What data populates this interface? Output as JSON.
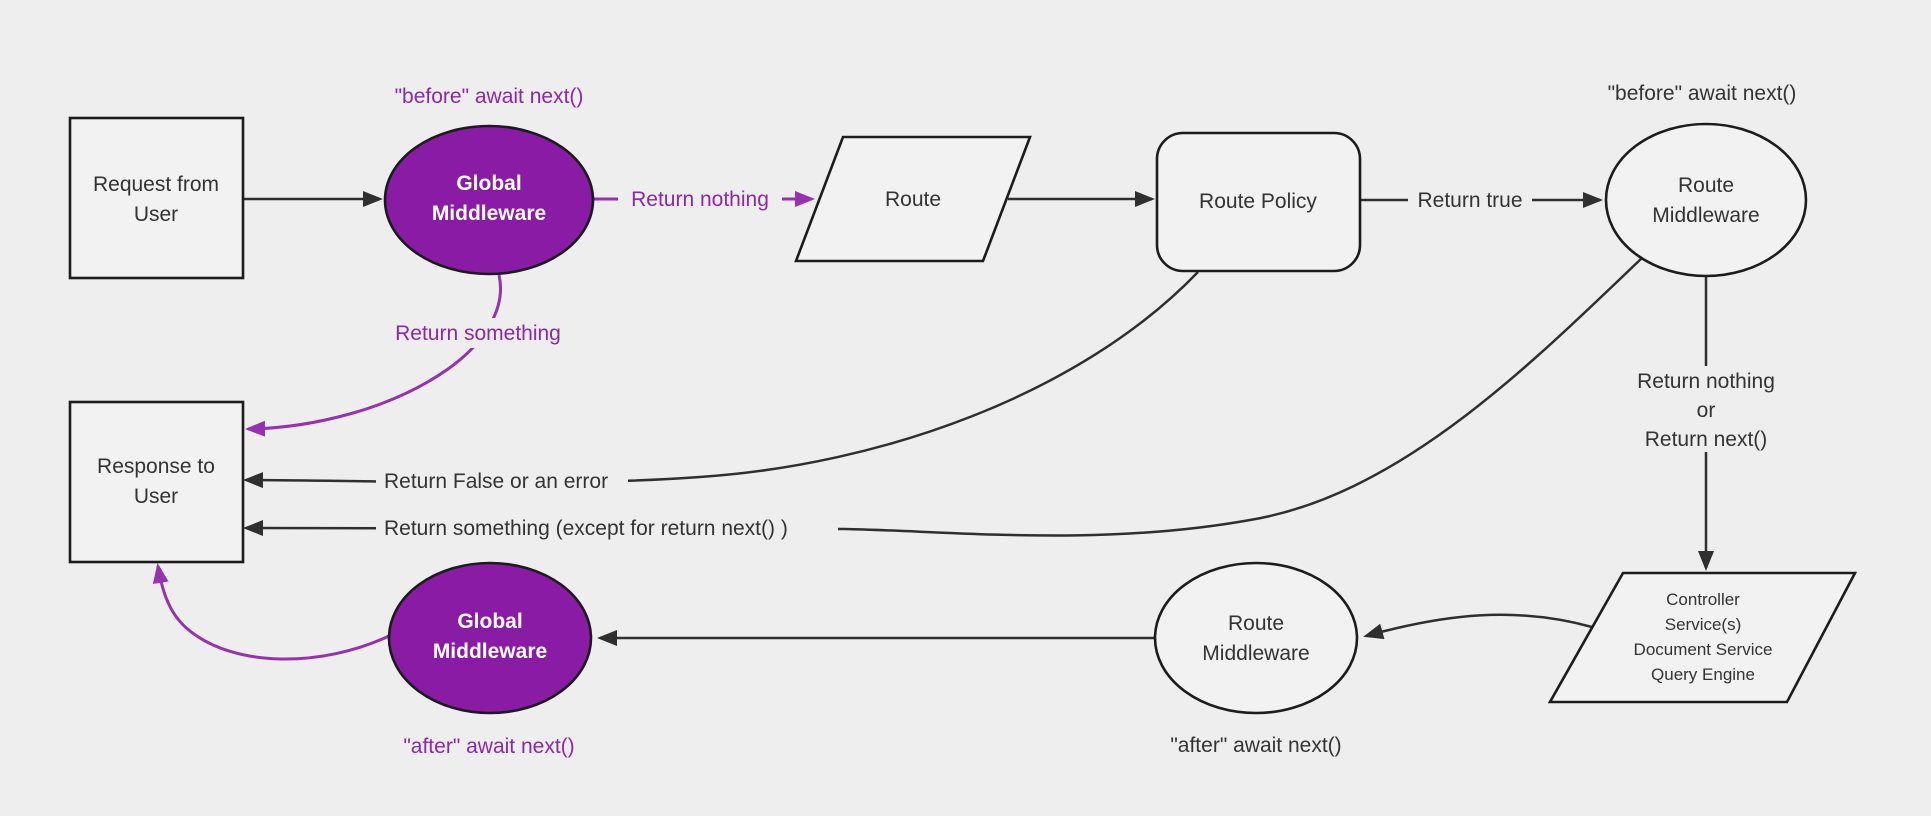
{
  "colors": {
    "background": "#eeeeee",
    "node_fill": "#f2f2f2",
    "node_stroke": "#1c1c1c",
    "edge_dark": "#2f2f2f",
    "purple_fill": "#8a1ba5",
    "purple_edge": "#9632b0",
    "purple_text": "#8d28a9",
    "text_dark": "#333333",
    "node_text_light": "#ffffff"
  },
  "nodes": {
    "request": {
      "line1": "Request from",
      "line2": "User"
    },
    "global_middleware_top": {
      "line1": "Global",
      "line2": "Middleware"
    },
    "route": {
      "label": "Route"
    },
    "route_policy": {
      "label": "Route Policy"
    },
    "route_middleware_top": {
      "line1": "Route",
      "line2": "Middleware"
    },
    "controller": {
      "line1": "Controller",
      "line2": "Service(s)",
      "line3": "Document Service",
      "line4": "Query Engine"
    },
    "route_middleware_bottom": {
      "line1": "Route",
      "line2": "Middleware"
    },
    "global_middleware_bottom": {
      "line1": "Global",
      "line2": "Middleware"
    },
    "response": {
      "line1": "Response to",
      "line2": "User"
    }
  },
  "edge_labels": {
    "before_await_left": "\"before\" await next()",
    "before_await_right": "\"before\" await next()",
    "after_await_left": "\"after\" await next()",
    "after_await_right": "\"after\" await next()",
    "return_nothing": "Return nothing",
    "return_true": "Return true",
    "return_something": "Return something",
    "return_false_or_error": "Return False or an error",
    "return_something_except": "Return something (except for return next() )",
    "return_nothing_or_1": "Return nothing",
    "return_nothing_or_2": "or",
    "return_nothing_or_3": "Return next()"
  }
}
